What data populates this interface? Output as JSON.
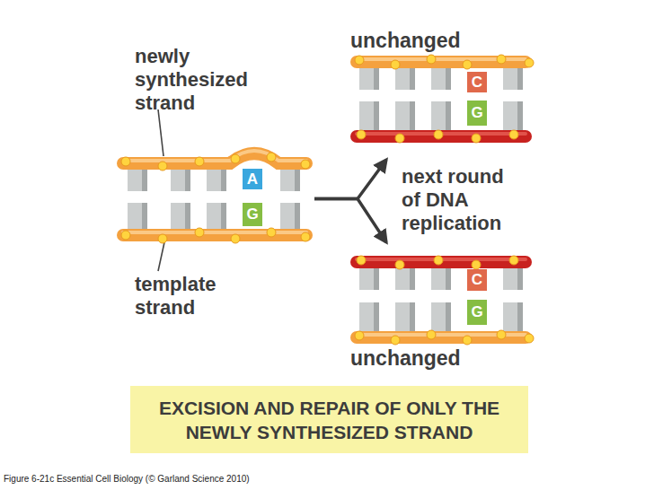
{
  "diagram": {
    "caption": "Figure 6-21c Essential Cell Biology (© Garland Science 2010)",
    "nodes": [
      {
        "text": [
          "A",
          "G"
        ]
      },
      {
        "text": [
          "unchanged",
          "C",
          "G"
        ]
      },
      {
        "text": [
          "C",
          "G",
          "unchanged"
        ]
      },
      {
        "text": [
          "EXCISION AND REPAIR OF ONLY THE NEWLY SYNTHESIZED STRAND"
        ]
      }
    ],
    "edges": [
      {
        "from": 0,
        "to": 1,
        "arrow": "to"
      },
      {
        "from": 0,
        "to": 2,
        "arrow": "to"
      }
    ],
    "labels": [
      "newly synthesized strand",
      "template strand",
      "next round of DNA replication"
    ]
  }
}
